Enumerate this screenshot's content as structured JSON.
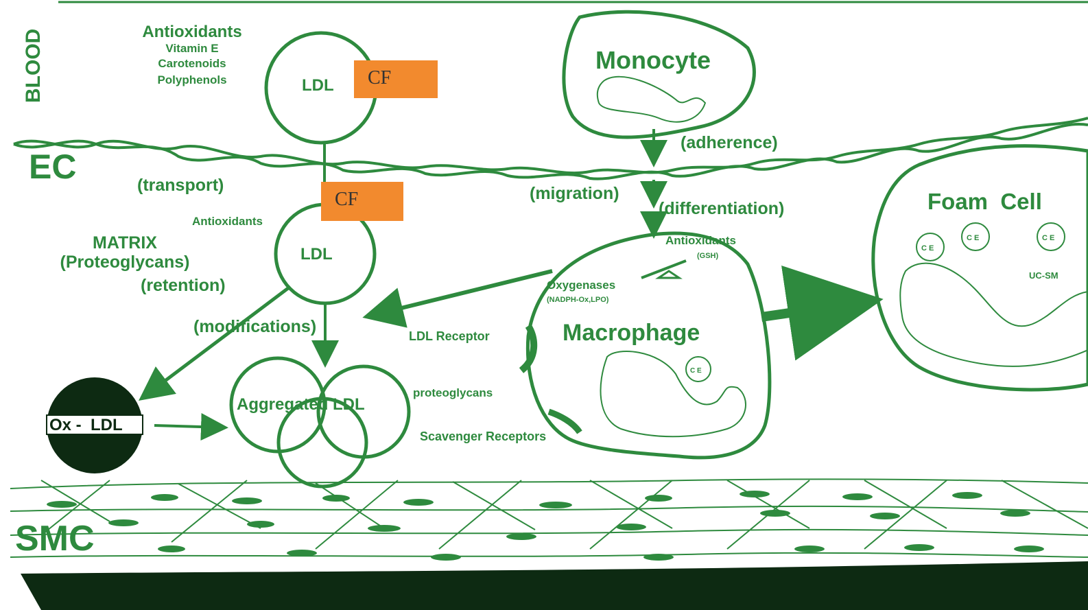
{
  "labels": {
    "blood": "BLOOD",
    "ec": "EC",
    "smc": "SMC",
    "antioxidants_header": "Antioxidants",
    "vitamin_e": "Vitamin E",
    "carotenoids": "Carotenoids",
    "polyphenols": "Polyphenols",
    "ldl_blood": "LDL",
    "monocyte": "Monocyte",
    "adherence": "(adherence)",
    "transport": "(transport)",
    "migration": "(migration)",
    "differentiation": "(differentiation)",
    "foam_cell": "Foam  Cell",
    "antioxidants_matrix": "Antioxidants",
    "matrix": "MATRIX",
    "proteoglycans_paren": "(Proteoglycans)",
    "retention": "(retention)",
    "ldl_matrix": "LDL",
    "modifications": "(modifications)",
    "ox_ldl": "Ox -  LDL",
    "aggregated_ldl": "Aggregated LDL",
    "ldl_receptor": "LDL Receptor",
    "proteoglycans": "proteoglycans",
    "scavenger_receptors": "Scavenger Receptors",
    "antioxidants_macrophage": "Antioxidants",
    "gsh": "(GSH)",
    "oxygenases": "Oxygenases",
    "nadph": "(NADPH-Ox,LPO)",
    "macrophage": "Macrophage",
    "ce": "C E",
    "uc_sm": "UC-SM"
  },
  "overlays": {
    "cf_top": "CF",
    "cf_middle": "CF"
  },
  "colors": {
    "diagram_green": "#2e8a3e",
    "overlay_orange": "#f28a2e",
    "base_dark": "#0d2a12"
  }
}
